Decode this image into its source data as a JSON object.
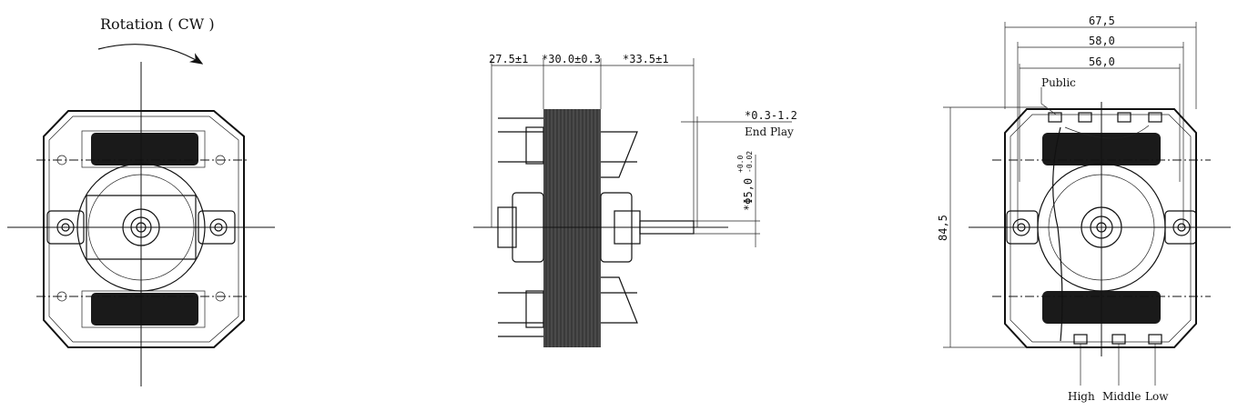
{
  "front_view": {
    "rotation_label": "Rotation ( CW )"
  },
  "side_view": {
    "dim_left": "27.5±1",
    "dim_stack": "*30.0±0.3",
    "dim_shaft": "*33.5±1",
    "end_play_value": "*0.3-1.2",
    "end_play_label": "End Play",
    "shaft_diameter": "*Φ5,0",
    "shaft_tol_upper": "+0.0",
    "shaft_tol_lower": "-0.02"
  },
  "rear_view": {
    "dim_overall_width": "67,5",
    "dim_mount_width": "58,0",
    "dim_inner_width": "56,0",
    "dim_height": "84,5",
    "terminal_public": "Public",
    "terminal_high": "High",
    "terminal_middle": "Middle",
    "terminal_low": "Low"
  }
}
